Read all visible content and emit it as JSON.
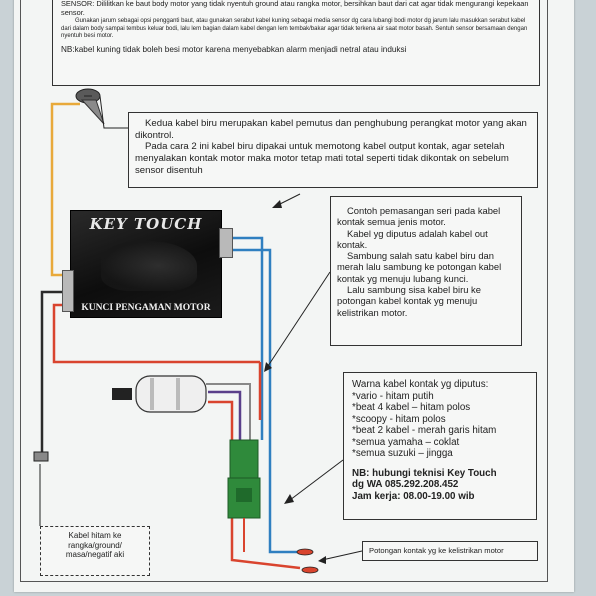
{
  "sensor_box": {
    "line1": "SENSOR: Dililitkan ke baut body motor yang tidak nyentuh ground atau rangka motor, bersihkan baut dari cat agar tidak mengurangi kepekaan sensor.",
    "line2": "Gunakan jarum sebagai opsi pengganti baut, atau gunakan serabut kabel kuning sebagai media sensor dg cara lubangi bodi motor dg jarum lalu masukkan serabut kabel dari dalam body sampai tembus keluar bodi, lalu lem bagian dalam kabel dengan lem tembak/bakar agar tidak terkena air saat motor basah. Sentuh sensor bersamaan dengan nyentuh besi motor.",
    "nb": "NB:kabel kuning tidak boleh besi motor karena menyebabkan alarm menjadi netral atau induksi"
  },
  "kabel_biru_box": {
    "p1": "Kedua kabel biru merupakan kabel pemutus dan penghubung perangkat motor yang akan dikontrol.",
    "p2": "Pada cara 2 ini kabel biru dipakai untuk memotong kabel output kontak, agar setelah menyalakan kontak motor maka motor tetap mati total seperti tidak dikontak  on sebelum sensor disentuh"
  },
  "contoh_box": {
    "p1": "Contoh pemasangan seri pada kabel kontak semua jenis motor.",
    "p2": "Kabel yg diputus adalah kabel out kontak.",
    "p3": "Sambung salah satu kabel biru dan merah lalu sambung ke potongan kabel kontak yg menuju lubang kunci.",
    "p4": "Lalu sambung sisa kabel biru ke potongan kabel kontak yg menuju kelistrikan motor."
  },
  "warna_box": {
    "title": "Warna kabel kontak yg diputus:",
    "items": [
      "*vario - hitam putih",
      "*beat 4 kabel – hitam polos",
      "*scoopy - hitam polos",
      "*beat 2 kabel - merah garis hitam",
      "*semua yamaha – coklat",
      "*semua suzuki – jingga"
    ],
    "nb1": "NB: hubungi teknisi Key Touch",
    "nb2": "dg WA 085.292.208.452",
    "nb3": "Jam kerja: 08.00-19.00 wib"
  },
  "device": {
    "logo": "KEY TOUCH",
    "label": "KUNCI PENGAMAN MOTOR"
  },
  "hitam_box": {
    "text": "Kabel hitam ke rangka/ground/ masa/negatif aki"
  },
  "potongan_box": {
    "text": "Potongan kontak yg ke kelistrikan motor"
  },
  "colors": {
    "yellow_wire": "#e8a93a",
    "blue_wire": "#2f7fc0",
    "red_wire": "#d9442e",
    "black_wire": "#2b2b2b",
    "connector_green": "#2f8a3b"
  }
}
